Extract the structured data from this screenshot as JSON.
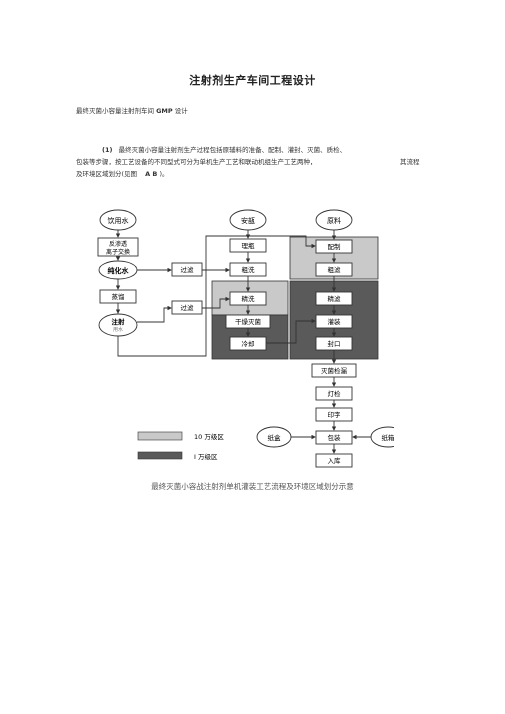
{
  "doc": {
    "title": "注射剂生产车间工程设计",
    "subhead_text": "最终灭菌小容量注射剂车间",
    "subhead_gmp": "GMP",
    "subhead_tail": "设计",
    "para_num": "(1)",
    "para_line1": "最终灭菌小容量注射剂生产过程包括原辅料的准备、配制、灌封、灭菌、质检、",
    "para_line2": "包装等步骤，按工艺设备的不同型式可分为单机生产工艺和联动机组生产工艺两种，",
    "para_line2b": "其流程",
    "para_line3": "及环境区域划分(见图",
    "para_ref": "A B",
    "para_end": ")。",
    "caption": "最终灭菌小容战注射剂单机灌装工艺流程及环境区域划分示意"
  },
  "flow": {
    "col1": {
      "top": "饮用水",
      "s1a": "反渗透",
      "s1b": "离子交换",
      "s2": "纯化水",
      "s3": "蒸馏",
      "s4a": "注射",
      "s4b": "用水"
    },
    "filter1": "过滤",
    "filter2": "过滤",
    "col2": {
      "top": "安瓿",
      "s1": "理瓶",
      "s2": "粗洗",
      "s3": "精洗",
      "s4": "干燥灭菌",
      "s5": "冷却"
    },
    "col3": {
      "top": "原料",
      "s1": "配制",
      "s2": "粗滤",
      "s3": "精滤",
      "s4": "灌装",
      "s5": "封口"
    },
    "col4": {
      "s1": "灭菌检漏",
      "s2": "灯检",
      "s3": "印字",
      "s4": "包装",
      "s5": "入库",
      "left": "纸盒",
      "right": "纸箱"
    },
    "legend1": "10 万级区",
    "legend2": "I 万级区",
    "colors": {
      "zone100k": "#c9c9c9",
      "zone10k": "#5a5a5a",
      "box_fill": "#ffffff",
      "line": "#333333"
    }
  }
}
